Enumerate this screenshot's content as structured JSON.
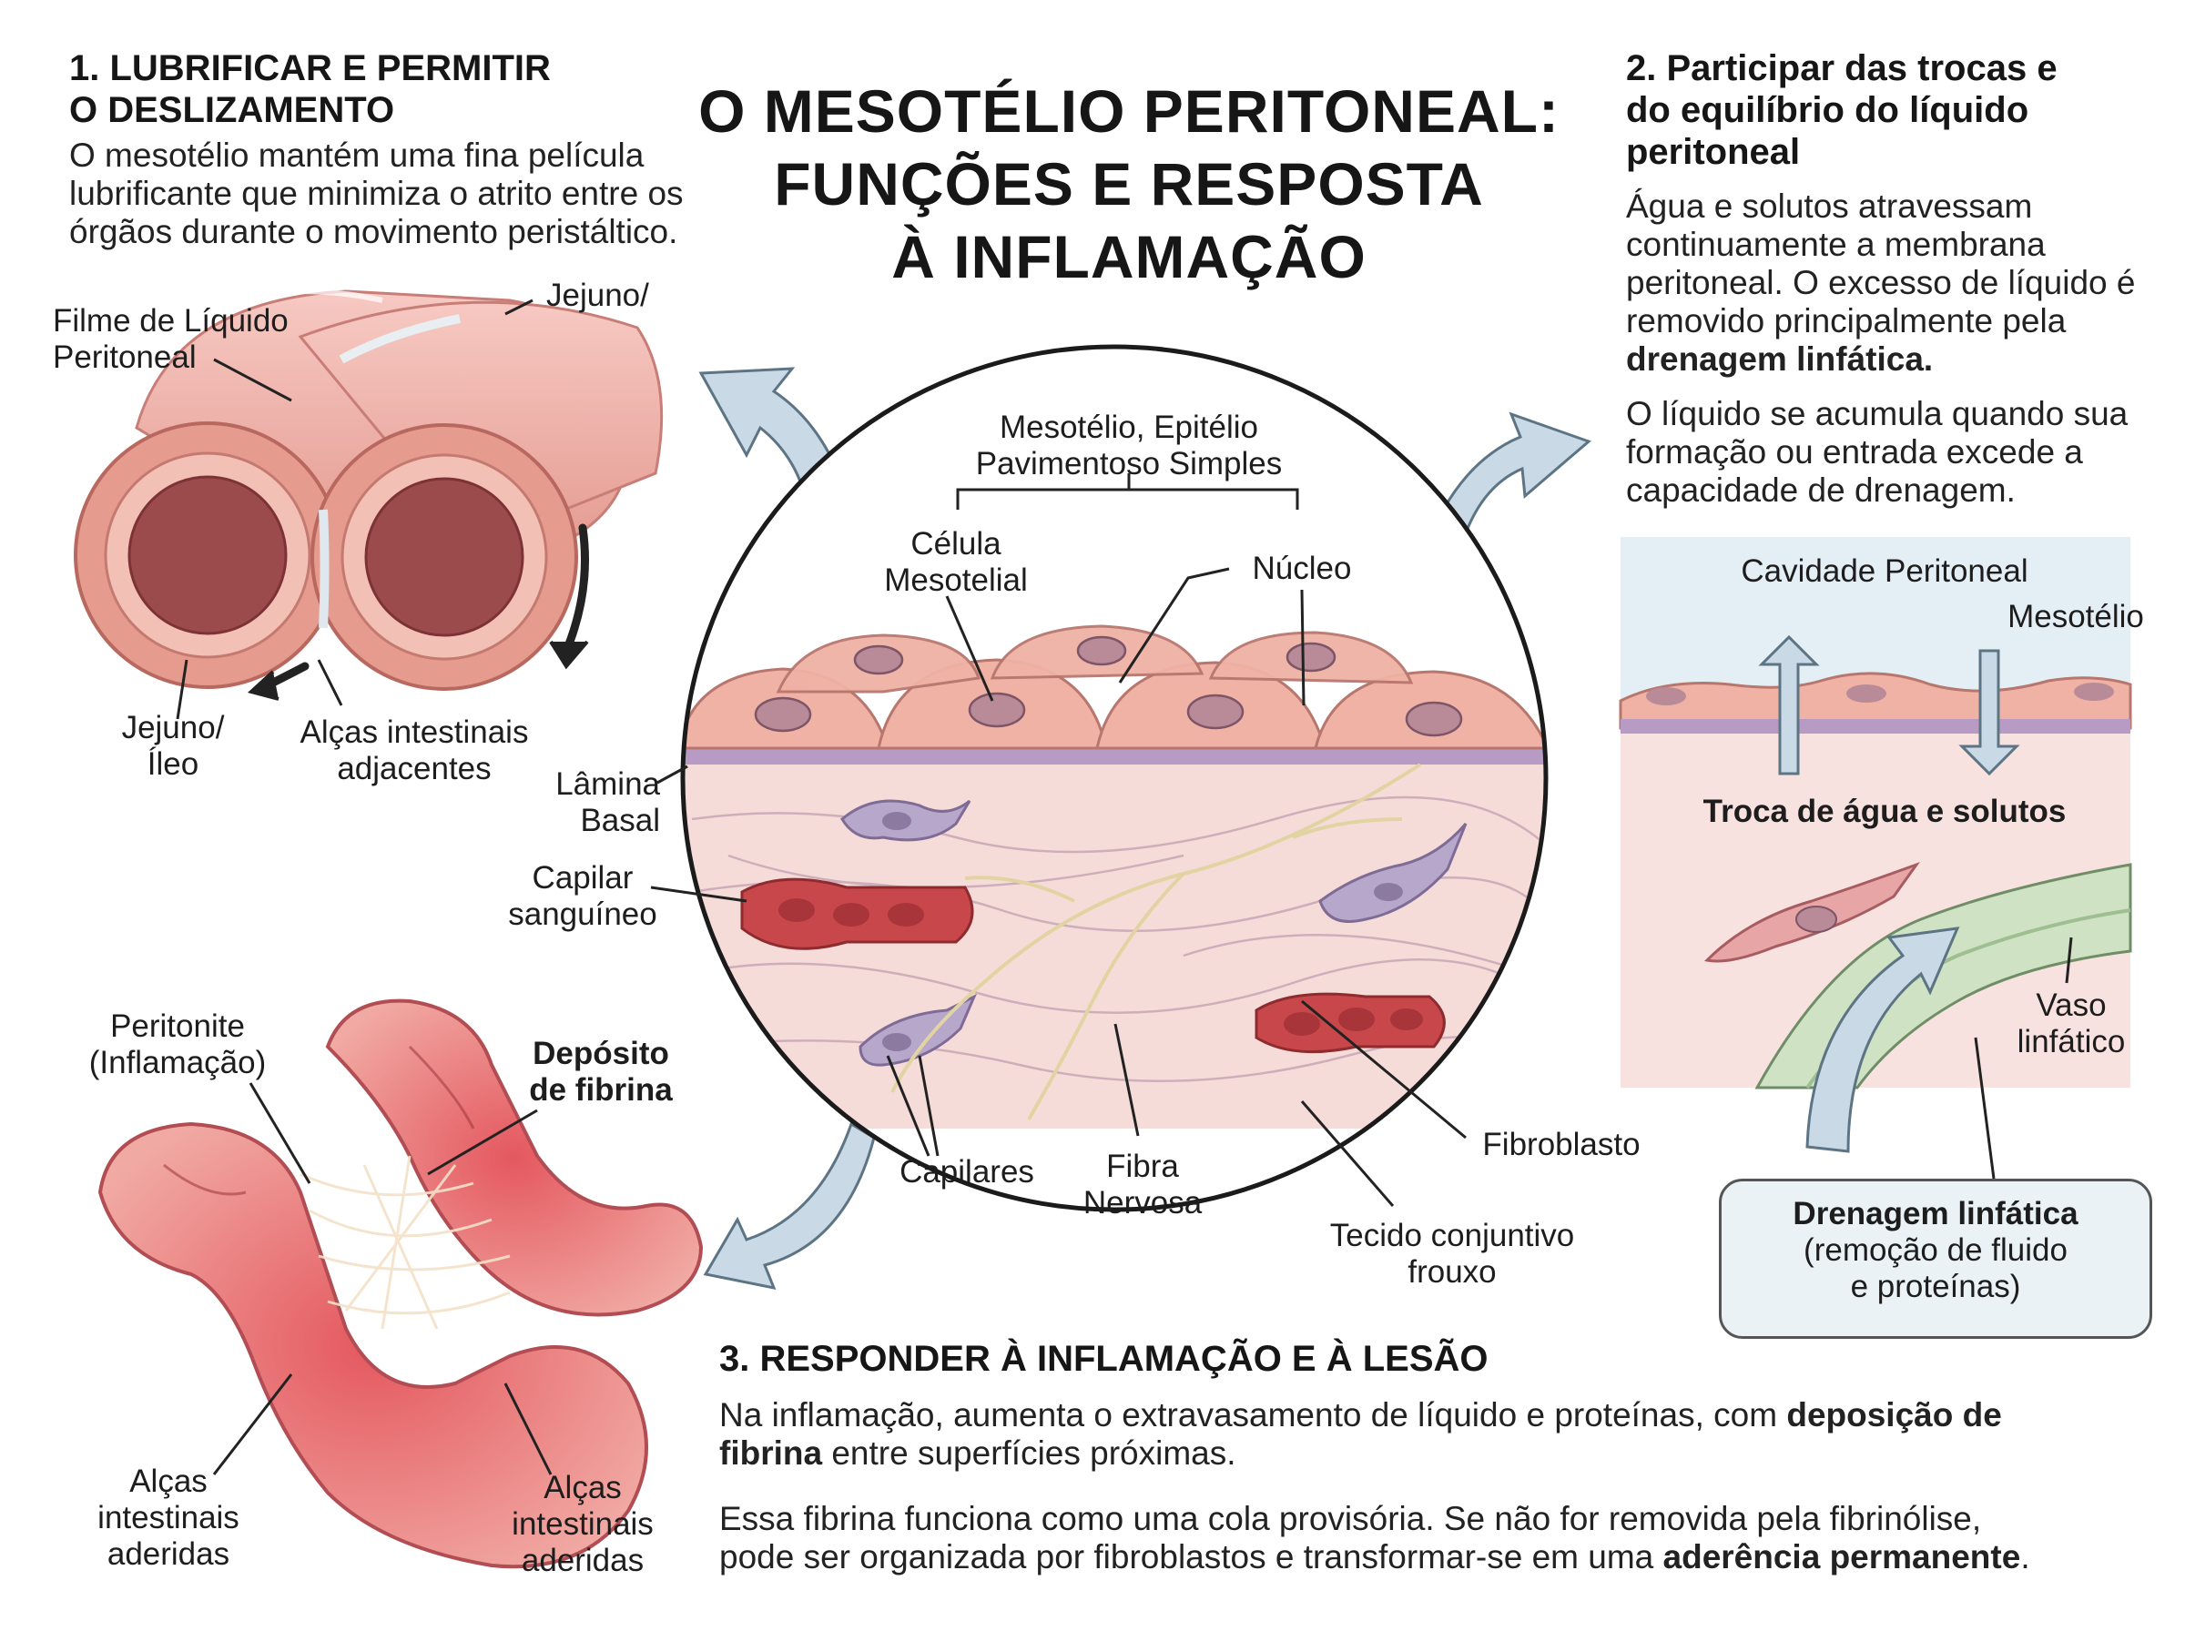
{
  "title": {
    "line1": "O MESOTÉLIO PERITONEAL:",
    "line2": "FUNÇÕES E RESPOSTA",
    "line3": "À INFLAMAÇÃO"
  },
  "section1": {
    "heading_line1": "1. LUBRIFICAR E PERMITIR",
    "heading_line2": "O DESLIZAMENTO",
    "body_line1": "O mesotélio mantém uma fina película",
    "body_line2": "lubrificante que minimiza o atrito entre os",
    "body_line3": "órgãos durante o movimento peristáltico.",
    "labels": {
      "film_line1": "Filme de Líquido",
      "film_line2": "Peritoneal",
      "jejuno_top": "Jejuno/",
      "jejuno_ileo_line1": "Jejuno/",
      "jejuno_ileo_line2": "Íleo",
      "alcas_line1": "Alças intestinais",
      "alcas_line2": "adjacentes"
    }
  },
  "section2": {
    "heading_line1": "2. Participar das trocas e",
    "heading_line2": "do equilíbrio do líquido",
    "heading_line3": "peritoneal",
    "body1_line1": "Água e solutos atravessam",
    "body1_line2": "continuamente a membrana",
    "body1_line3": "peritoneal. O excesso de líquido é",
    "body1_line4": "removido principalmente pela",
    "body1_bold": "drenagem linfática.",
    "body2_line1": "O líquido se acumula quando sua",
    "body2_line2": "formação ou entrada excede a",
    "body2_line3": "capacidade de drenagem.",
    "labels": {
      "cavity": "Cavidade Peritoneal",
      "mesotelio": "Mesotélio",
      "exchange": "Troca de água e solutos",
      "vaso_line1": "Vaso",
      "vaso_line2": "linfático",
      "drain_bold": "Drenagem linfática",
      "drain_line2": "(remoção de fluido",
      "drain_line3": "e proteínas)"
    }
  },
  "center": {
    "meso_line1": "Mesotélio, Epitélio",
    "meso_line2": "Pavimentoso Simples",
    "cell_line1": "Célula",
    "cell_line2": "Mesotelial",
    "nucleo": "Núcleo",
    "lamina_line1": "Lâmina",
    "lamina_line2": "Basal",
    "capilar_line1": "Capilar",
    "capilar_line2": "sanguíneo",
    "capilares": "Capilares",
    "fibra_line1": "Fibra",
    "fibra_line2": "Nervosa",
    "fibroblasto": "Fibroblasto",
    "tecido_line1": "Tecido conjuntivo",
    "tecido_line2": "frouxo"
  },
  "section3": {
    "heading": "3. RESPONDER À INFLAMAÇÃO E À LESÃO",
    "p1_a": "Na inflamação, aumenta o extravasamento de líquido e proteínas, com ",
    "p1_bold1": "deposição de",
    "p1_bold2": "fibrina",
    "p1_b": " entre superfícies próximas.",
    "p2_line1": "Essa fibrina funciona como uma cola provisória. Se não for removida pela fibrinólise,",
    "p2_line2a": "pode ser organizada por fibroblastos e transformar-se em uma ",
    "p2_bold": "aderência permanente",
    "p2_end": ".",
    "labels": {
      "peritonite_line1": "Peritonite",
      "peritonite_line2": "(Inflamação)",
      "fibrina_line1": "Depósito",
      "fibrina_line2": "de fibrina",
      "aderidas_left_1": "Alças",
      "aderidas_left_2": "intestinais",
      "aderidas_left_3": "aderidas",
      "aderidas_right_1": "Alças",
      "aderidas_right_2": "intestinais",
      "aderidas_right_3": "aderidas"
    }
  },
  "colors": {
    "tissue_pink": "#f2c4bd",
    "cell_pink": "#f0b3a6",
    "nucleus": "#b98a98",
    "rbc_red": "#c8474a",
    "arrow_blue": "#c9dae6",
    "lymph_green": "#cfe2c4",
    "inflamed_red": "#e0646a"
  }
}
